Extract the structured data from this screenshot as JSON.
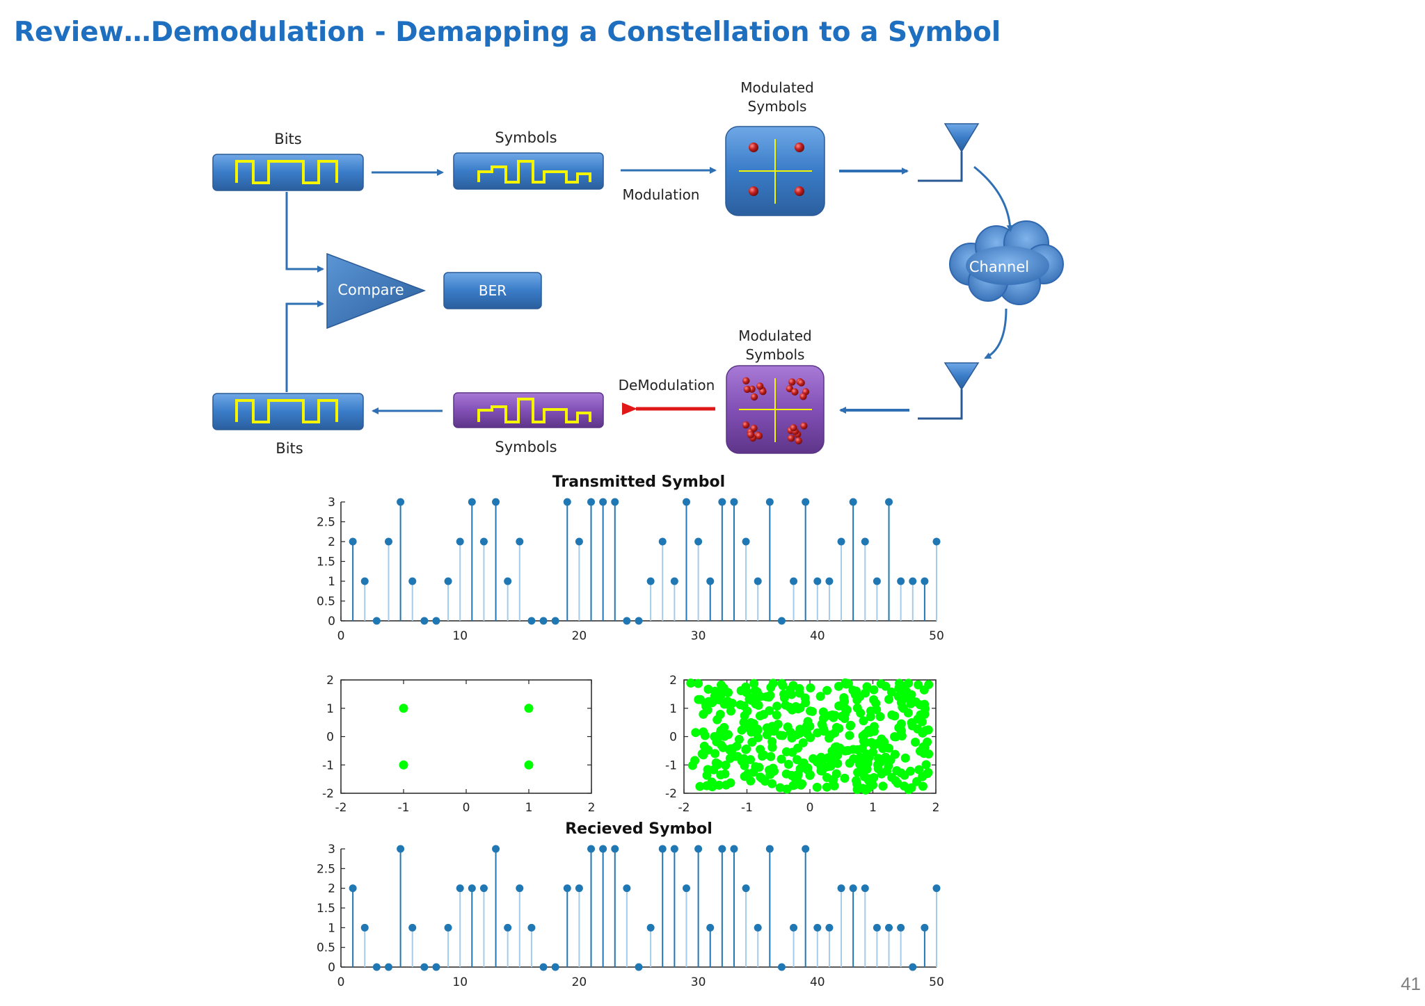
{
  "slide": {
    "title": "Review…Demodulation - Demapping a Constellation to a Symbol",
    "page_number": "41"
  },
  "flow": {
    "bits_top_label": "Bits",
    "symbols_top_label": "Symbols",
    "modulation_label": "Modulation",
    "modulated_top_label": [
      "Modulated",
      "Symbols"
    ],
    "channel_label": "Channel",
    "compare_label": "Compare",
    "ber_label": "BER",
    "modulated_bottom_label": [
      "Modulated",
      "Symbols"
    ],
    "demodulation_label": "DeModulation",
    "bits_bottom_label": "Bits",
    "symbols_bottom_label": "Symbols"
  },
  "colors": {
    "block_blue": "#3f7fc6",
    "block_purple": "#8855b8",
    "signal_yellow": "#f5f500",
    "arrow_blue": "#2f6fb3",
    "arrow_red": "#e01818",
    "stem_dark": "#1f77b4",
    "stem_light": "#a6cbe8",
    "constellation_green": "#00ff00"
  },
  "chart_data": [
    {
      "type": "stem",
      "title": "Transmitted Symbol",
      "xlim": [
        0,
        50
      ],
      "ylim": [
        0,
        3
      ],
      "xticks": [
        "0",
        "10",
        "20",
        "30",
        "40",
        "50"
      ],
      "yticks": [
        "0",
        "0.5",
        "1",
        "1.5",
        "2",
        "2.5",
        "3"
      ],
      "x": [
        1,
        2,
        3,
        4,
        5,
        6,
        7,
        8,
        9,
        10,
        11,
        12,
        13,
        14,
        15,
        16,
        17,
        18,
        19,
        20,
        21,
        22,
        23,
        24,
        25,
        26,
        27,
        28,
        29,
        30,
        31,
        32,
        33,
        34,
        35,
        36,
        37,
        38,
        39,
        40,
        41,
        42,
        43,
        44,
        45,
        46,
        47,
        48,
        49,
        50
      ],
      "values": [
        2,
        1,
        0,
        2,
        3,
        1,
        0,
        0,
        1,
        2,
        3,
        2,
        3,
        1,
        2,
        0,
        0,
        0,
        3,
        2,
        3,
        3,
        3,
        0,
        0,
        1,
        2,
        1,
        3,
        2,
        1,
        3,
        3,
        2,
        1,
        3,
        0,
        1,
        3,
        1,
        1,
        2,
        3,
        2,
        1,
        3,
        1,
        1,
        1,
        2
      ]
    },
    {
      "type": "scatter",
      "title": "",
      "xlim": [
        -2,
        2
      ],
      "ylim": [
        -2,
        2
      ],
      "xticks": [
        "-2",
        "-1",
        "0",
        "1",
        "2"
      ],
      "yticks": [
        "-2",
        "-1",
        "0",
        "1",
        "2"
      ],
      "points": [
        [
          -1,
          1
        ],
        [
          1,
          1
        ],
        [
          -1,
          -1
        ],
        [
          1,
          -1
        ]
      ]
    },
    {
      "type": "scatter",
      "title": "",
      "xlim": [
        -2,
        2
      ],
      "ylim": [
        -2,
        2
      ],
      "xticks": [
        "-2",
        "-1",
        "0",
        "1",
        "2"
      ],
      "yticks": [
        "-2",
        "-1",
        "0",
        "1",
        "2"
      ],
      "distribution": "uniform scatter filling the square [-2,2] x [-2,2]",
      "points": []
    },
    {
      "type": "stem",
      "title": "Recieved Symbol",
      "xlim": [
        0,
        50
      ],
      "ylim": [
        0,
        3
      ],
      "xticks": [
        "0",
        "10",
        "20",
        "30",
        "40",
        "50"
      ],
      "yticks": [
        "0",
        "0.5",
        "1",
        "1.5",
        "2",
        "2.5",
        "3"
      ],
      "x": [
        1,
        2,
        3,
        4,
        5,
        6,
        7,
        8,
        9,
        10,
        11,
        12,
        13,
        14,
        15,
        16,
        17,
        18,
        19,
        20,
        21,
        22,
        23,
        24,
        25,
        26,
        27,
        28,
        29,
        30,
        31,
        32,
        33,
        34,
        35,
        36,
        37,
        38,
        39,
        40,
        41,
        42,
        43,
        44,
        45,
        46,
        47,
        48,
        49,
        50
      ],
      "values": [
        2,
        1,
        0,
        0,
        3,
        1,
        0,
        0,
        1,
        2,
        2,
        2,
        3,
        1,
        2,
        1,
        0,
        0,
        2,
        2,
        3,
        3,
        3,
        2,
        0,
        1,
        3,
        3,
        2,
        3,
        1,
        3,
        3,
        2,
        1,
        3,
        0,
        1,
        3,
        1,
        1,
        2,
        2,
        2,
        1,
        1,
        1,
        0,
        1,
        2
      ]
    }
  ]
}
